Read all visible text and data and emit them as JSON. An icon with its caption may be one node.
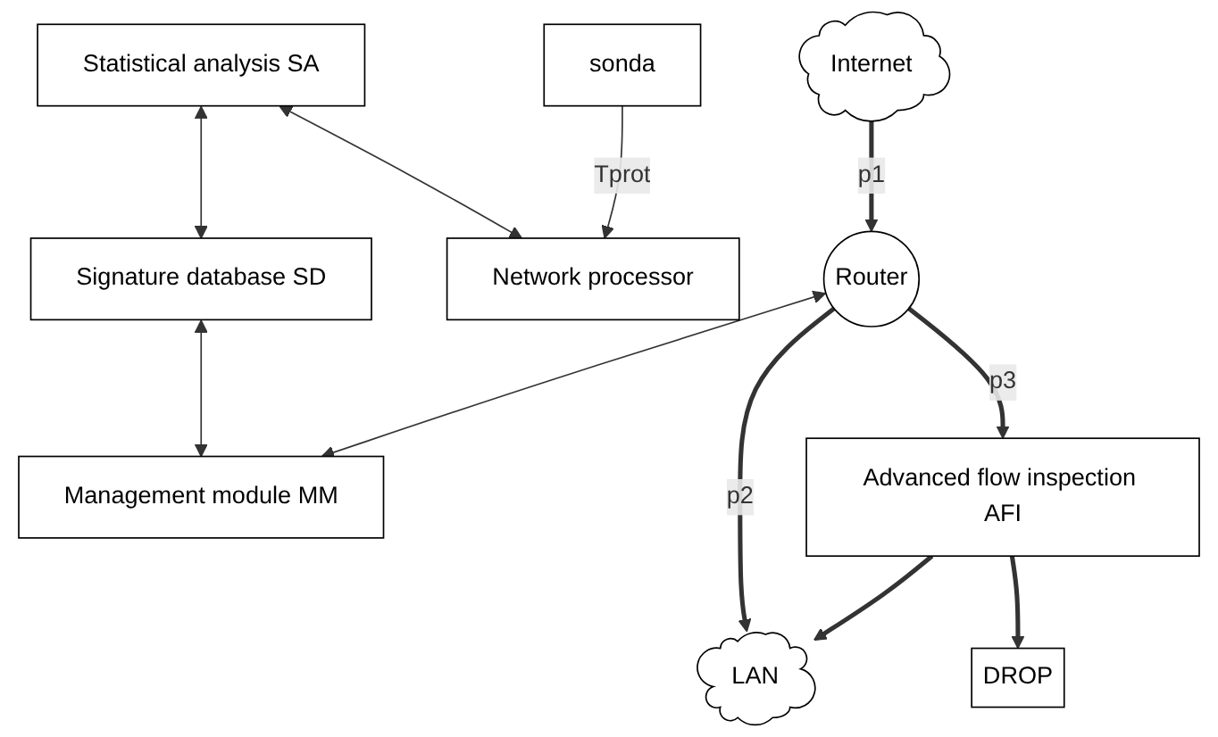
{
  "diagram": {
    "nodes": [
      {
        "text": [
          "Statistical analysis SA"
        ]
      },
      {
        "text": [
          "Signature database SD"
        ]
      },
      {
        "text": [
          "Network processor"
        ]
      },
      {
        "text": [
          "Management module MM"
        ]
      },
      {
        "text": [
          "Internet"
        ]
      },
      {
        "text": [
          "sonda"
        ]
      },
      {
        "text": [
          "Router"
        ]
      },
      {
        "text": [
          "LAN"
        ]
      },
      {
        "text": [
          "Advanced flow inspection AFI"
        ]
      },
      {
        "text": [
          "DROP"
        ]
      }
    ],
    "edges": [
      {
        "from": 0,
        "to": 1,
        "arrow": "both"
      },
      {
        "from": 0,
        "to": 2,
        "arrow": "both"
      },
      {
        "from": 1,
        "to": 3,
        "arrow": "both"
      },
      {
        "from": 5,
        "to": 2,
        "arrow": "to",
        "label": "Tprot"
      },
      {
        "from": 6,
        "to": 3,
        "arrow": "both"
      },
      {
        "from": 4,
        "to": 6,
        "arrow": "to",
        "label": "p1",
        "style": "thick"
      },
      {
        "from": 6,
        "to": 7,
        "arrow": "to",
        "label": "p2",
        "style": "thick"
      },
      {
        "from": 6,
        "to": 8,
        "arrow": "to",
        "label": "p3",
        "style": "thick"
      },
      {
        "from": 8,
        "to": 7,
        "arrow": "to",
        "style": "thick"
      },
      {
        "from": 8,
        "to": 9,
        "arrow": "to",
        "style": "thick"
      }
    ]
  }
}
